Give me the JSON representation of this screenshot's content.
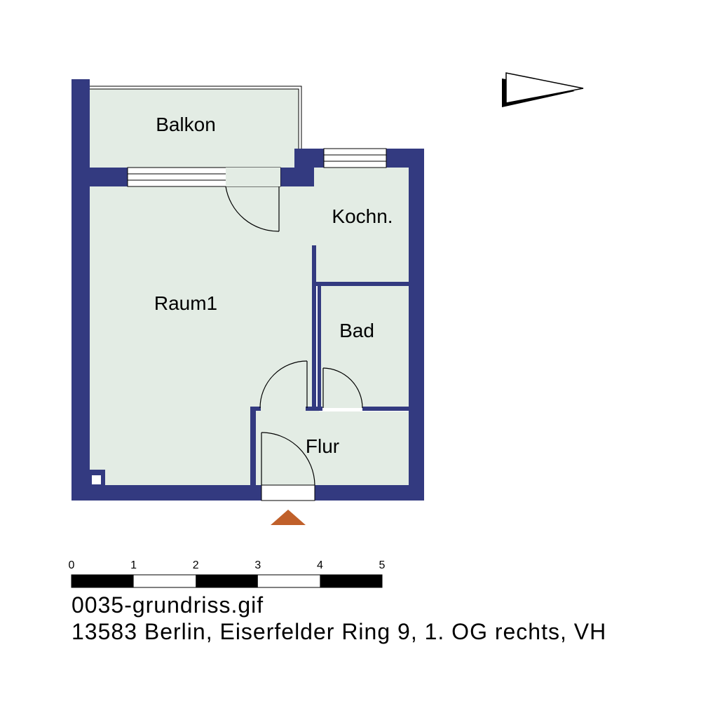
{
  "rooms": {
    "balkon": "Balkon",
    "raum1": "Raum1",
    "kochn": "Kochn.",
    "bad": "Bad",
    "flur": "Flur"
  },
  "scale": {
    "ticks": [
      "0",
      "1",
      "2",
      "3",
      "4",
      "5"
    ]
  },
  "caption": {
    "filename": "0035-grundriss.gif",
    "address": "13583 Berlin, Eiserfelder Ring 9, 1. OG rechts, VH"
  },
  "colors": {
    "wall": "#333a80",
    "floor": "#e3ece4",
    "entrance_arrow": "#c0602a"
  },
  "icons": {
    "north_arrow": "north-arrow-icon",
    "entrance_marker": "entrance-arrow-icon"
  }
}
